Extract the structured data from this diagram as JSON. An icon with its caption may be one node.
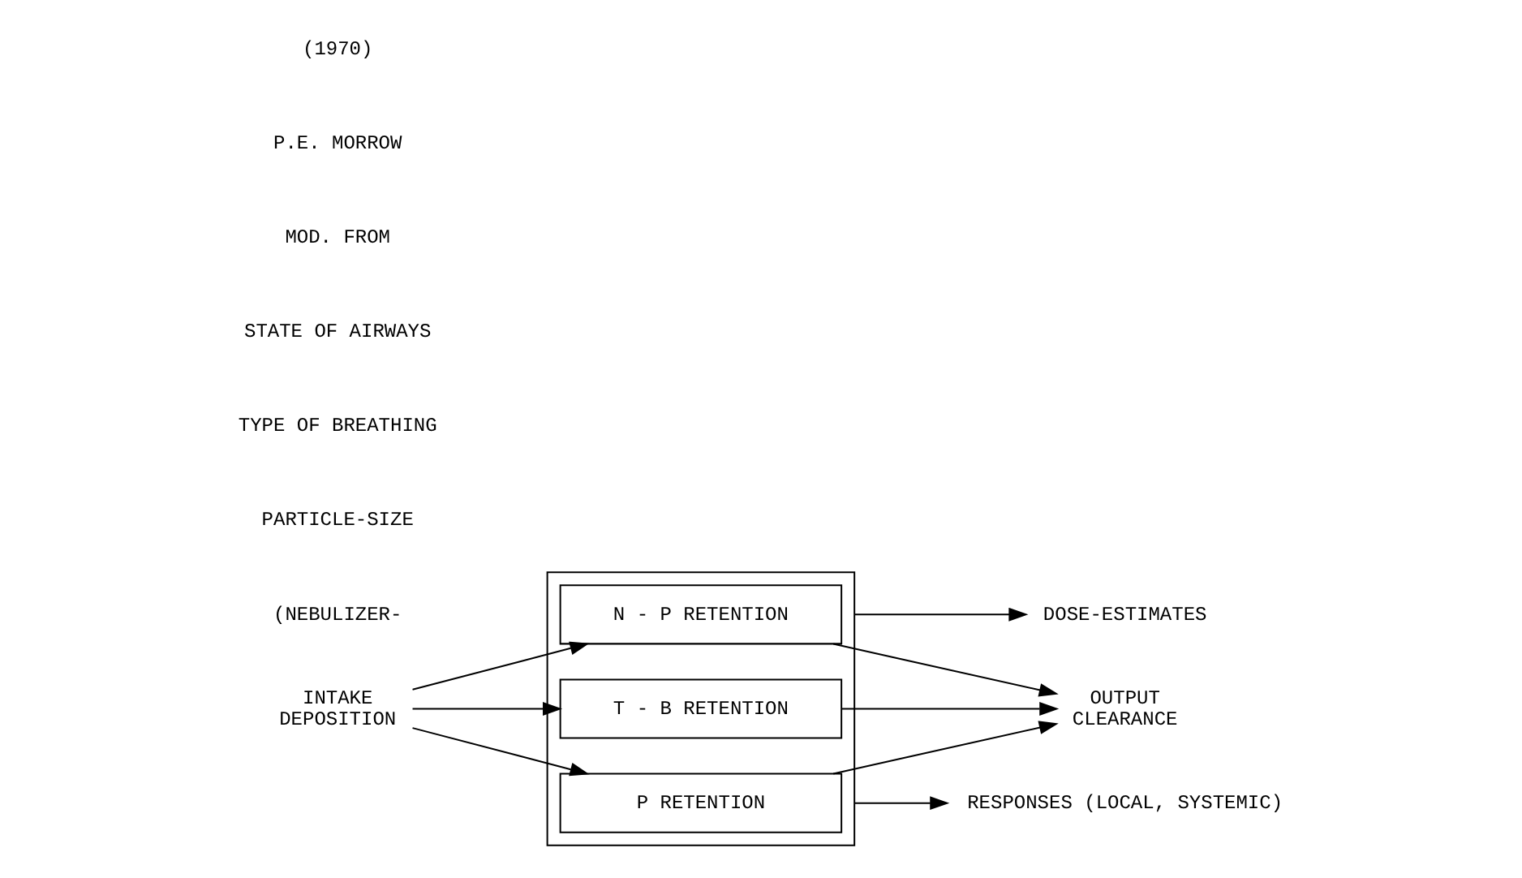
{
  "diagram": {
    "nodes": [
      {
        "text": [
          "DOSE-ESTIMATES"
        ]
      },
      {
        "text": [
          "INTAKE",
          "DEPOSITION"
        ]
      },
      {
        "text": [],
        "shape": "box"
      },
      {
        "text": [
          "N - P RETENTION"
        ],
        "in": 2
      },
      {
        "text": [
          "T - B RETENTION"
        ],
        "in": 2
      },
      {
        "text": [
          "P RETENTION"
        ],
        "in": 2
      },
      {
        "text": [
          "OUTPUT",
          "CLEARANCE"
        ]
      },
      {
        "text": [
          "RESPONSES (LOCAL, SYSTEMIC)"
        ]
      }
    ],
    "edges": [
      {
        "from": 2,
        "to": 0,
        "arrow": "to"
      },
      {
        "from": 1,
        "to": 3,
        "arrow": "to"
      },
      {
        "from": 1,
        "to": 4,
        "arrow": "to"
      },
      {
        "from": 1,
        "to": 5,
        "arrow": "to"
      },
      {
        "from": 3,
        "to": 6,
        "arrow": "to"
      },
      {
        "from": 4,
        "to": 6,
        "arrow": "to"
      },
      {
        "from": 5,
        "to": 6,
        "arrow": "to"
      },
      {
        "from": 2,
        "to": 7,
        "arrow": "to"
      }
    ],
    "labels": [
      "(NEBULIZER-",
      "PARTICLE-SIZE",
      "TYPE OF BREATHING",
      "STATE OF AIRWAYS",
      "MOD. FROM",
      "P.E. MORROW",
      "(1970)"
    ]
  }
}
